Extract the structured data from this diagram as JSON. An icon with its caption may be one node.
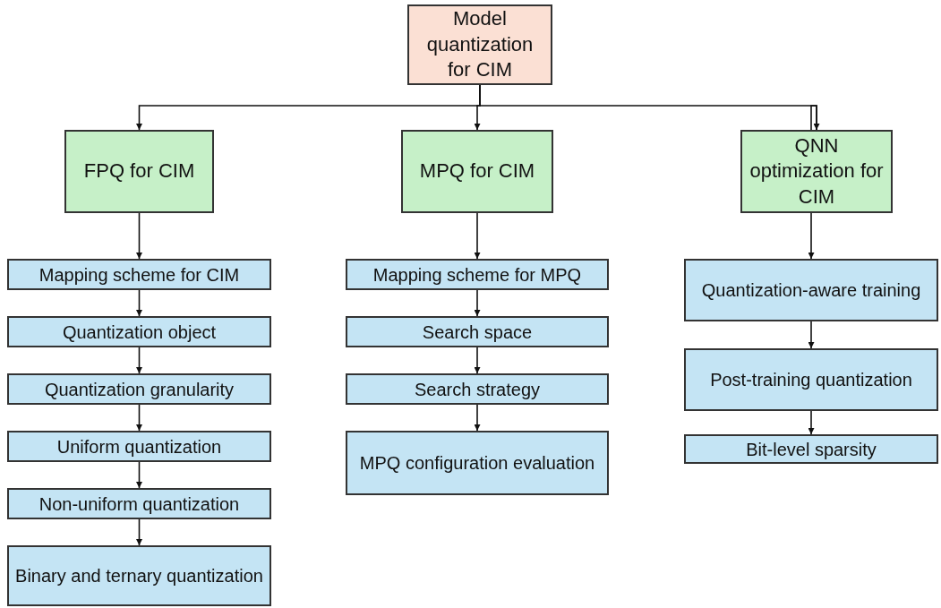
{
  "diagram": {
    "nodes": [
      {
        "text": [
          "Model quantization for CIM"
        ]
      },
      {
        "text": [
          "FPQ for CIM"
        ]
      },
      {
        "text": [
          "MPQ for CIM"
        ]
      },
      {
        "text": [
          "QNN optimization for CIM"
        ]
      },
      {
        "text": [
          "Mapping scheme for CIM"
        ]
      },
      {
        "text": [
          "Quantization object"
        ]
      },
      {
        "text": [
          "Quantization granularity"
        ]
      },
      {
        "text": [
          "Uniform quantization"
        ]
      },
      {
        "text": [
          "Non-uniform quantization"
        ]
      },
      {
        "text": [
          "Binary and ternary quantization"
        ]
      },
      {
        "text": [
          "Mapping scheme for MPQ"
        ]
      },
      {
        "text": [
          "Search space"
        ]
      },
      {
        "text": [
          "Search strategy"
        ]
      },
      {
        "text": [
          "MPQ configuration evaluation"
        ]
      },
      {
        "text": [
          "Quantization-aware training"
        ]
      },
      {
        "text": [
          "Post-training quantization"
        ]
      },
      {
        "text": [
          "Bit-level sparsity"
        ]
      }
    ],
    "edges": [
      {
        "from": 0,
        "to": 1,
        "arrow": "to"
      },
      {
        "from": 0,
        "to": 2,
        "arrow": "to"
      },
      {
        "from": 0,
        "to": 3,
        "arrow": "to"
      },
      {
        "from": 1,
        "to": 4,
        "arrow": "to"
      },
      {
        "from": 4,
        "to": 5,
        "arrow": "to"
      },
      {
        "from": 5,
        "to": 6,
        "arrow": "to"
      },
      {
        "from": 6,
        "to": 7,
        "arrow": "to"
      },
      {
        "from": 7,
        "to": 8,
        "arrow": "to"
      },
      {
        "from": 8,
        "to": 9,
        "arrow": "to"
      },
      {
        "from": 2,
        "to": 10,
        "arrow": "to"
      },
      {
        "from": 10,
        "to": 11,
        "arrow": "to"
      },
      {
        "from": 11,
        "to": 12,
        "arrow": "to"
      },
      {
        "from": 12,
        "to": 13,
        "arrow": "to"
      },
      {
        "from": 3,
        "to": 14,
        "arrow": "to"
      },
      {
        "from": 14,
        "to": 15,
        "arrow": "to"
      },
      {
        "from": 15,
        "to": 16,
        "arrow": "to"
      }
    ]
  }
}
